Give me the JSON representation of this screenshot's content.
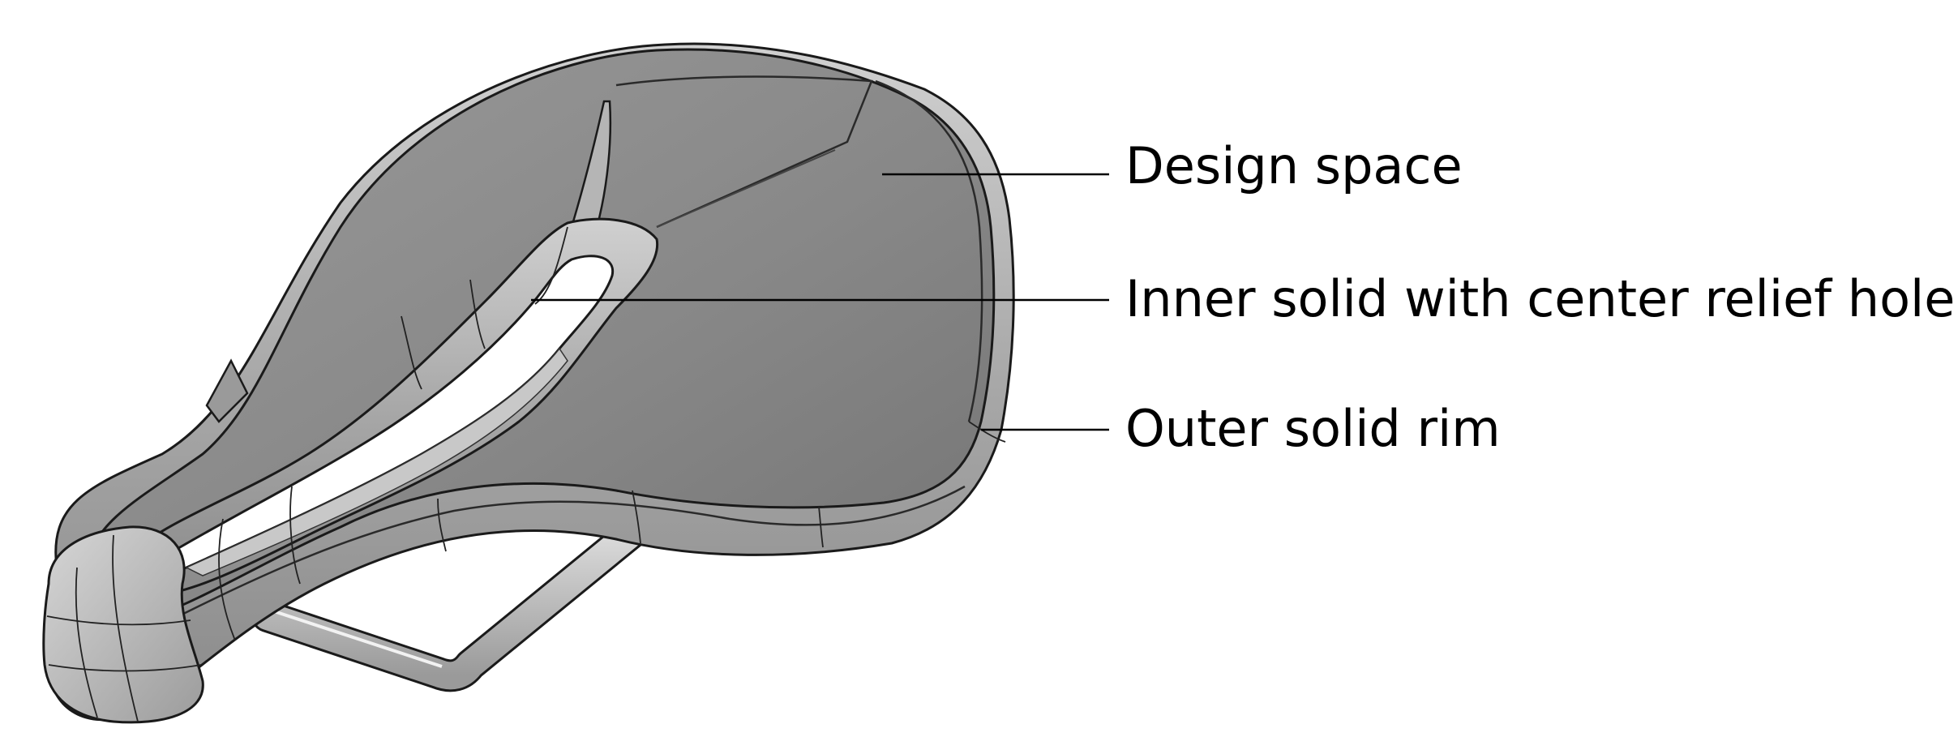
{
  "callouts": {
    "design_space": "Design space",
    "inner_solid": "Inner solid with center relief hole",
    "outer_rim": "Outer solid rim"
  },
  "colors": {
    "background": "#ffffff",
    "shell_top": "#8e8e8e",
    "shell_dark": "#6f6f6f",
    "rim_light": "#b9b9b9",
    "edge": "#1a1a1a",
    "rail": "#c4c4c4"
  }
}
